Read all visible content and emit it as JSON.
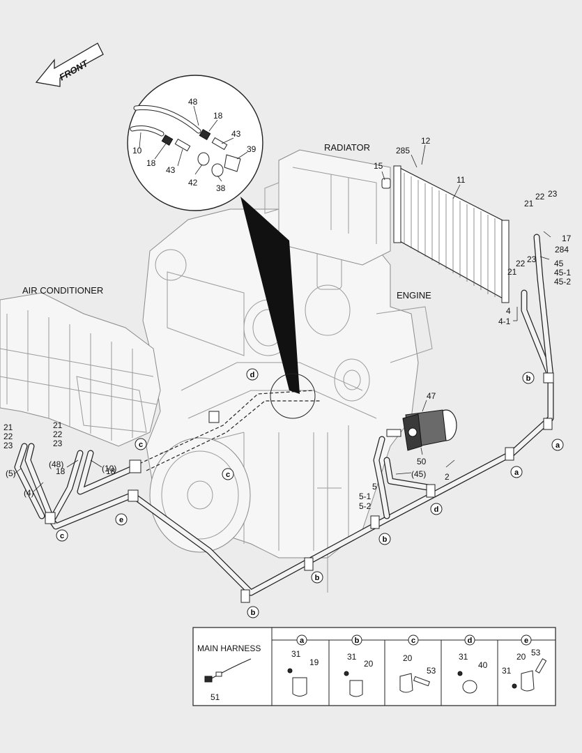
{
  "labels": {
    "front": "FRONT",
    "radiator": "RADIATOR",
    "engine": "ENGINE",
    "air_conditioner": "AIR CONDITIONER",
    "main_harness": "MAIN HARNESS"
  },
  "inset_parts": [
    "48",
    "18",
    "43",
    "39",
    "10",
    "18",
    "43",
    "42",
    "38"
  ],
  "condenser_parts": [
    "285",
    "12",
    "15",
    "11",
    "22",
    "23",
    "21",
    "17",
    "284",
    "22",
    "23",
    "21",
    "45",
    "45-1",
    "45-2",
    "4",
    "4-1"
  ],
  "compressor_parts": [
    "47",
    "50",
    "2",
    "5",
    "5-1",
    "5-2",
    "(45)"
  ],
  "ac_unit_parts": [
    "21",
    "22",
    "23",
    "21",
    "22",
    "23",
    "18",
    "18",
    "(48)",
    "(10)",
    "(5)",
    "(4)"
  ],
  "clip_tags": [
    "a",
    "b",
    "c",
    "d",
    "e"
  ],
  "legend": {
    "title": "MAIN HARNESS",
    "harness_part": "51",
    "columns": [
      {
        "tag": "a",
        "parts": [
          "31",
          "19"
        ]
      },
      {
        "tag": "b",
        "parts": [
          "31",
          "20"
        ]
      },
      {
        "tag": "c",
        "parts": [
          "20",
          "53"
        ]
      },
      {
        "tag": "d",
        "parts": [
          "31",
          "40"
        ]
      },
      {
        "tag": "e",
        "parts": [
          "20",
          "53",
          "31"
        ]
      }
    ]
  }
}
